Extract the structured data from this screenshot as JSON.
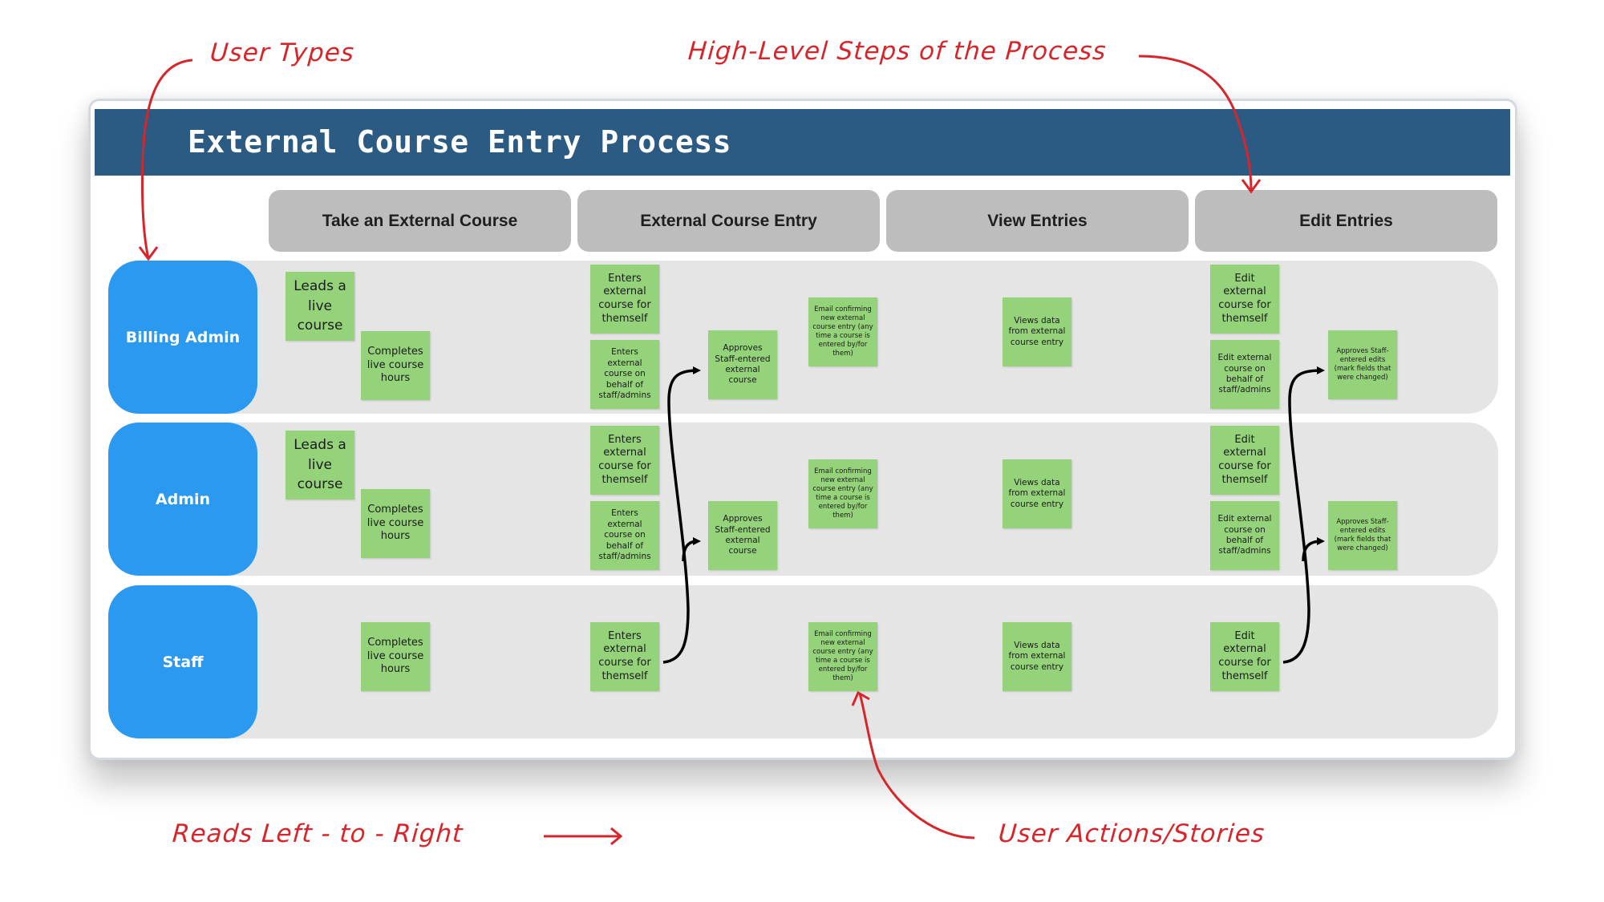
{
  "diagram": {
    "title": "External Course Entry Process",
    "steps": [
      {
        "label": "Take an External Course"
      },
      {
        "label": "External Course Entry"
      },
      {
        "label": "View Entries"
      },
      {
        "label": "Edit Entries"
      }
    ],
    "roles": [
      {
        "label": "Billing Admin"
      },
      {
        "label": "Admin"
      },
      {
        "label": "Staff"
      }
    ],
    "notes": {
      "billing_admin": {
        "leads": "Leads a live course",
        "completes": "Completes live course hours",
        "enters_self": "Enters external course for themself",
        "enters_behalf": "Enters external course on behalf of staff/admins",
        "approves": "Approves Staff-entered external course",
        "email": "Email confirming new external course entry (any time a course is entered by/for them)",
        "views": "Views data from external course entry",
        "edit_self": "Edit external course for themself",
        "edit_behalf": "Edit external course on behalf of staff/admins",
        "approves_edits": "Approves Staff-entered edits (mark fields that were changed)"
      },
      "admin": {
        "leads": "Leads a live course",
        "completes": "Completes live course hours",
        "enters_self": "Enters external course for themself",
        "enters_behalf": "Enters external course on behalf of staff/admins",
        "approves": "Approves Staff-entered external course",
        "email": "Email confirming new external course entry (any time a course is entered by/for them)",
        "views": "Views data from external course entry",
        "edit_self": "Edit external course for themself",
        "edit_behalf": "Edit external course on behalf of staff/admins",
        "approves_edits": "Approves Staff-entered edits (mark fields that were changed)"
      },
      "staff": {
        "completes": "Completes live course hours",
        "enters_self": "Enters external course for themself",
        "email": "Email confirming new external course entry (any time a course is entered by/for them)",
        "views": "Views data from external course entry",
        "edit_self": "Edit external course for themself"
      }
    },
    "connections": [
      {
        "from": "staff.enters_self",
        "to": [
          "billing_admin.approves",
          "admin.approves"
        ]
      },
      {
        "from": "staff.edit_self",
        "to": [
          "billing_admin.approves_edits",
          "admin.approves_edits"
        ]
      }
    ]
  },
  "annotations": {
    "user_types": "User Types",
    "high_level_steps": "High-Level Steps of the Process",
    "reads_direction": "Reads Left - to - Right",
    "user_actions": "User Actions/Stories"
  },
  "colors": {
    "title_bar": "#2b5a82",
    "role_box": "#2b99f0",
    "step_header": "#bdbdbd",
    "lane": "#e5e5e5",
    "sticky_note": "#94d37a",
    "annotation": "#d7262b"
  }
}
